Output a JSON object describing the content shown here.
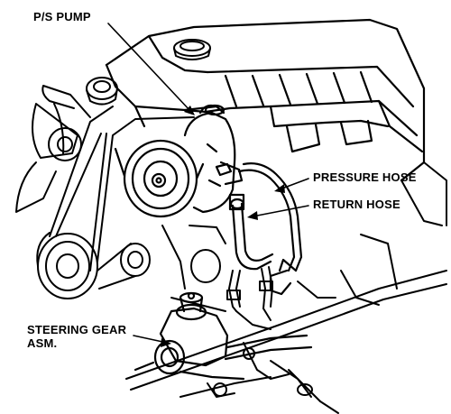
{
  "labels": {
    "ps_pump": "P/S PUMP",
    "pressure_hose": "PRESSURE HOSE",
    "return_hose": "RETURN HOSE",
    "steering_gear_line1": "STEERING GEAR",
    "steering_gear_line2": "ASM."
  },
  "colors": {
    "ink": "#000000",
    "paper": "#ffffff"
  }
}
